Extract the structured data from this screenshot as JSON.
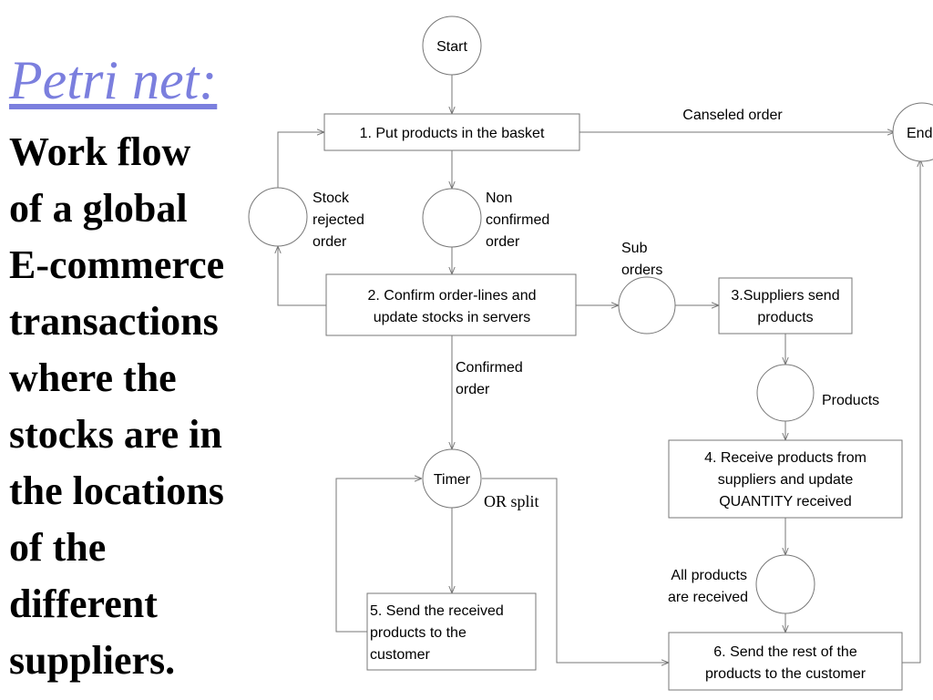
{
  "heading": {
    "title": "Petri net:",
    "subtitle_lines": [
      "Work flow",
      "of a global",
      "E-commerce",
      "transactions",
      "where the",
      "stocks are in",
      "the locations",
      "of the",
      "different",
      "suppliers."
    ]
  },
  "diagram": {
    "places": {
      "start": "Start",
      "end": "End",
      "timer": "Timer"
    },
    "transitions": {
      "t1": [
        "1. Put products  in the basket"
      ],
      "t2": [
        "2. Confirm order-lines and",
        "update stocks in servers"
      ],
      "t3": [
        "3.Suppliers send",
        "products"
      ],
      "t4": [
        "4. Receive products from",
        "suppliers and update",
        "QUANTITY received"
      ],
      "t5": [
        "5. Send the received",
        "products to the",
        "customer"
      ],
      "t6": [
        "6. Send the rest of the",
        "products to the customer"
      ]
    },
    "labels": {
      "canceled": [
        "Canseled order"
      ],
      "stock_rejected": [
        "Stock",
        "rejected",
        "order"
      ],
      "non_confirmed": [
        "Non",
        "confirmed",
        "order"
      ],
      "sub_orders": [
        "Sub",
        "orders"
      ],
      "confirmed": [
        "Confirmed",
        "order"
      ],
      "products": [
        "Products"
      ],
      "or_split": [
        "OR split"
      ],
      "all_received": [
        "All products",
        "are received"
      ]
    }
  }
}
